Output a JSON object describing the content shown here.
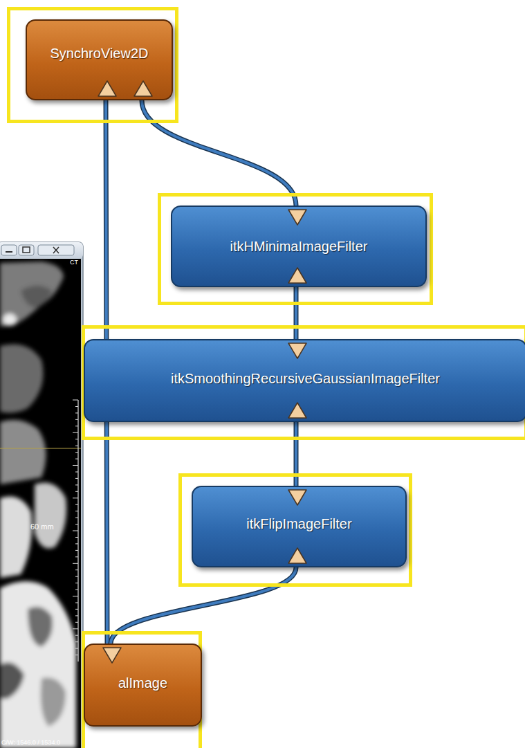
{
  "diagram": {
    "nodes": [
      {
        "text": [
          "SynchroView2D"
        ]
      },
      {
        "text": [
          "itkHMinimaImageFilter"
        ]
      },
      {
        "text": [
          "itkSmoothingRecursiveGaussianImageFilter"
        ]
      },
      {
        "text": [
          "itkFlipImageFilter"
        ]
      },
      {
        "text": [
          "alImage"
        ]
      }
    ],
    "edges": [
      {
        "from": 4,
        "to": 0,
        "arrow": "none"
      },
      {
        "from": 1,
        "to": 0,
        "arrow": "none"
      },
      {
        "from": 2,
        "to": 1,
        "arrow": "none"
      },
      {
        "from": 3,
        "to": 2,
        "arrow": "none"
      },
      {
        "from": 4,
        "to": 3,
        "arrow": "none"
      }
    ],
    "labels": [
      "CT",
      "60 mm",
      "C/W: 1546.0 / 1534.0"
    ]
  }
}
